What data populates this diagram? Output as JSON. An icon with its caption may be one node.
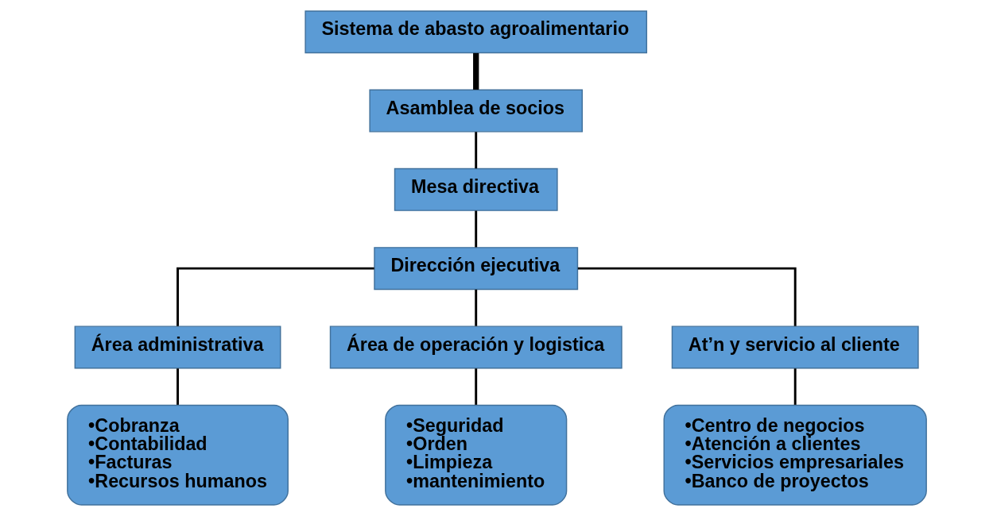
{
  "diagram": {
    "nodes": [
      {
        "text": [
          "Sistema de abasto agroalimentario"
        ]
      },
      {
        "text": [
          "Asamblea de socios"
        ]
      },
      {
        "text": [
          "Mesa directiva"
        ]
      },
      {
        "text": [
          "Dirección ejecutiva"
        ]
      },
      {
        "text": [
          "Área administrativa"
        ]
      },
      {
        "text": [
          "Área de operación y logistica"
        ]
      },
      {
        "text": [
          "At’n y servicio al cliente"
        ]
      },
      {
        "text": [
          "•Cobranza",
          "•Contabilidad",
          "•Facturas",
          "•Recursos humanos"
        ]
      },
      {
        "text": [
          "•Seguridad",
          "•Orden",
          "•Limpieza",
          "•mantenimiento"
        ]
      },
      {
        "text": [
          "•Centro de negocios",
          "•Atención a clientes",
          "•Servicios empresariales",
          "•Banco de proyectos"
        ]
      }
    ],
    "edges": [
      {
        "from": 0,
        "to": 1,
        "arrow": "none",
        "style": "thick"
      },
      {
        "from": 1,
        "to": 2,
        "arrow": "none"
      },
      {
        "from": 2,
        "to": 3,
        "arrow": "none"
      },
      {
        "from": 3,
        "to": 4,
        "arrow": "none"
      },
      {
        "from": 3,
        "to": 5,
        "arrow": "none"
      },
      {
        "from": 3,
        "to": 6,
        "arrow": "none"
      },
      {
        "from": 4,
        "to": 7,
        "arrow": "none"
      },
      {
        "from": 5,
        "to": 8,
        "arrow": "none"
      },
      {
        "from": 6,
        "to": 9,
        "arrow": "none"
      }
    ]
  }
}
